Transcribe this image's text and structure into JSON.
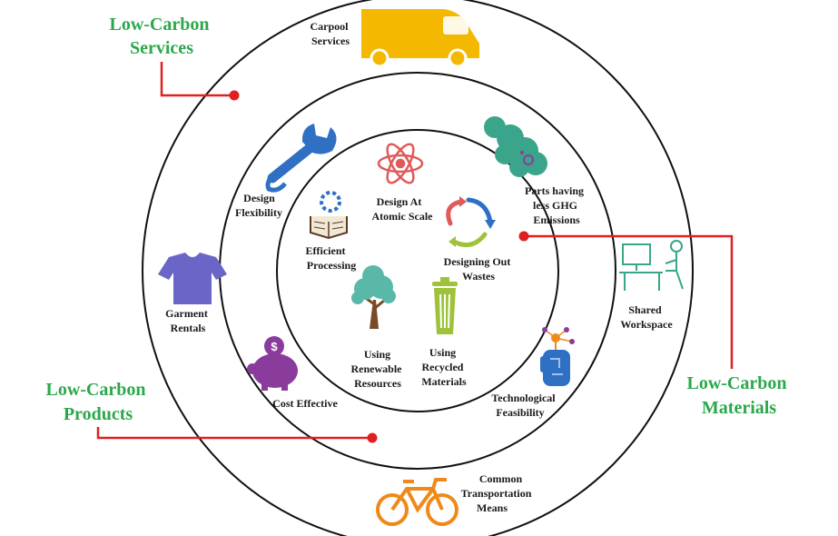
{
  "categories": {
    "services": {
      "lines": [
        "Low-Carbon",
        "Services"
      ]
    },
    "products": {
      "lines": [
        "Low-Carbon",
        "Products"
      ]
    },
    "materials": {
      "lines": [
        "Low-Carbon",
        "Materials"
      ]
    }
  },
  "items": {
    "carpool": [
      "Carpool",
      "Services"
    ],
    "garment": [
      "Garment",
      "Rentals"
    ],
    "workspace": [
      "Shared",
      "Workspace"
    ],
    "transport": [
      "Common",
      "Transportation",
      "Means"
    ],
    "design_flex": [
      "Design",
      "Flexibility"
    ],
    "ghg": [
      "Parts having",
      "less GHG",
      "Emissions"
    ],
    "cost": [
      "Cost Effective"
    ],
    "tech": [
      "Technological",
      "Feasibility"
    ],
    "atomic": [
      "Design At",
      "Atomic Scale"
    ],
    "processing": [
      "Efficient",
      "Processing"
    ],
    "wastes": [
      "Designing Out",
      "Wastes"
    ],
    "renewable": [
      "Using",
      "Renewable",
      "Resources"
    ],
    "recycled": [
      "Using",
      "Recycled",
      "Materials"
    ]
  },
  "colors": {
    "category_text": "#2aa84a",
    "connector": "#e02020",
    "ring": "#111111",
    "van": "#f5b800",
    "shirt": "#6a66c8",
    "wrench": "#2f6fc4",
    "cloud": "#3aa58a",
    "piggy": "#8a3c9c",
    "bicycle": "#ef8a1a",
    "atom": "#e05a5a",
    "tree": "#5ab8a8",
    "trunk": "#7a4a26",
    "recycle_bin": "#9ec33a"
  },
  "icons": [
    "van-icon",
    "shirt-icon",
    "workstation-icon",
    "bicycle-icon",
    "wrench-icon",
    "gas-cloud-icon",
    "piggy-bank-icon",
    "circuit-hand-icon",
    "atom-icon",
    "factory-book-icon",
    "recycle-arrows-icon",
    "tree-icon",
    "recycle-bin-icon"
  ]
}
